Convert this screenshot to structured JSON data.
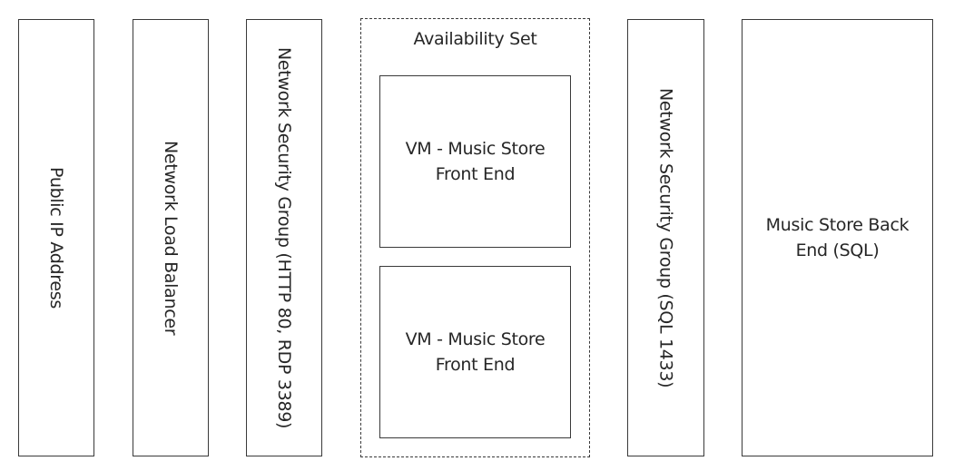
{
  "diagram": {
    "public_ip": "Public IP Address",
    "load_balancer": "Network Load Balancer",
    "nsg_web": "Network Security Group (HTTP 80, RDP 3389)",
    "availability_set": {
      "title": "Availability Set",
      "vm_1": "VM - Music Store Front End",
      "vm_2": "VM - Music Store Front End"
    },
    "nsg_sql": "Network Security Group (SQL 1433)",
    "back_end": "Music Store Back End (SQL)"
  }
}
